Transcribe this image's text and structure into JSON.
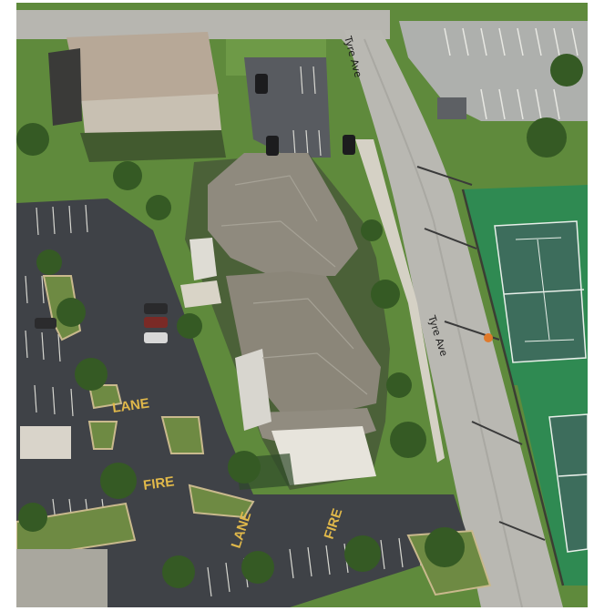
{
  "map": {
    "view": "oblique aerial",
    "street_labels": [
      {
        "id": "tyre-ave-north",
        "text": "Tyre Ave"
      },
      {
        "id": "tyre-ave-south",
        "text": "Tyre Ave"
      }
    ],
    "pavement_markings": [
      {
        "id": "lane-west",
        "text": "LANE"
      },
      {
        "id": "fire-west",
        "text": "FIRE"
      },
      {
        "id": "lane-south",
        "text": "LANE"
      },
      {
        "id": "fire-south",
        "text": "FIRE"
      }
    ],
    "colors": {
      "grass": "#5f8a3c",
      "asphalt": "#4a4d52",
      "road": "#b9b8b2",
      "roof": "#8f8a7e",
      "tennis_court_surround": "#2f8a52",
      "tennis_court_surface": "#3d6d5c",
      "paint_yellow": "#e0b84a"
    }
  }
}
